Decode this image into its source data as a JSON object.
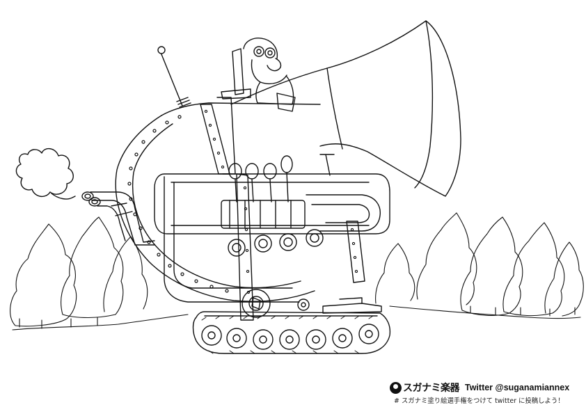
{
  "footer": {
    "brand_name": "スガナミ楽器",
    "twitter_label": "Twitter @suganamiannex",
    "hashtag_line": "# スガナミ塗り絵選手権をつけて twitter に投稿しよう！"
  },
  "colors": {
    "ink": "#111111",
    "paper": "#ffffff"
  },
  "illustration": {
    "subject": "coloring-page line drawing: a tuba-shaped tank on caterpillar tracks driven by a goggled pilot, with trees behind"
  }
}
